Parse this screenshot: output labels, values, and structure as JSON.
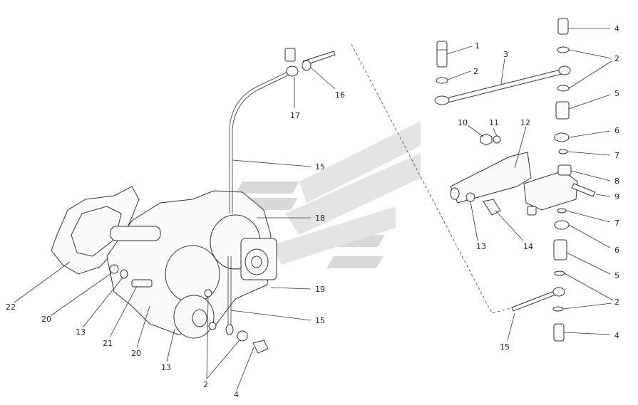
{
  "diagram": {
    "callouts": {
      "c1": "1",
      "c2a": "2",
      "c3": "3",
      "c4a": "4",
      "c2b": "2",
      "c5a": "5",
      "c6a": "6",
      "c7a": "7",
      "c8": "8",
      "c9": "9",
      "c10": "10",
      "c11": "11",
      "c12": "12",
      "c7b": "7",
      "c6b": "6",
      "c13r": "13",
      "c14": "14",
      "c5b": "5",
      "c2c": "2",
      "c4b": "4",
      "c15r": "15",
      "c16": "16",
      "c17": "17",
      "c15a": "15",
      "c18": "18",
      "c19": "19",
      "c15b": "15",
      "c22": "22",
      "c20a": "20",
      "c13a": "13",
      "c21": "21",
      "c20b": "20",
      "c13b": "13",
      "c2d": "2",
      "c4c": "4"
    }
  },
  "watermark": {
    "color": "#c8ccc8"
  }
}
